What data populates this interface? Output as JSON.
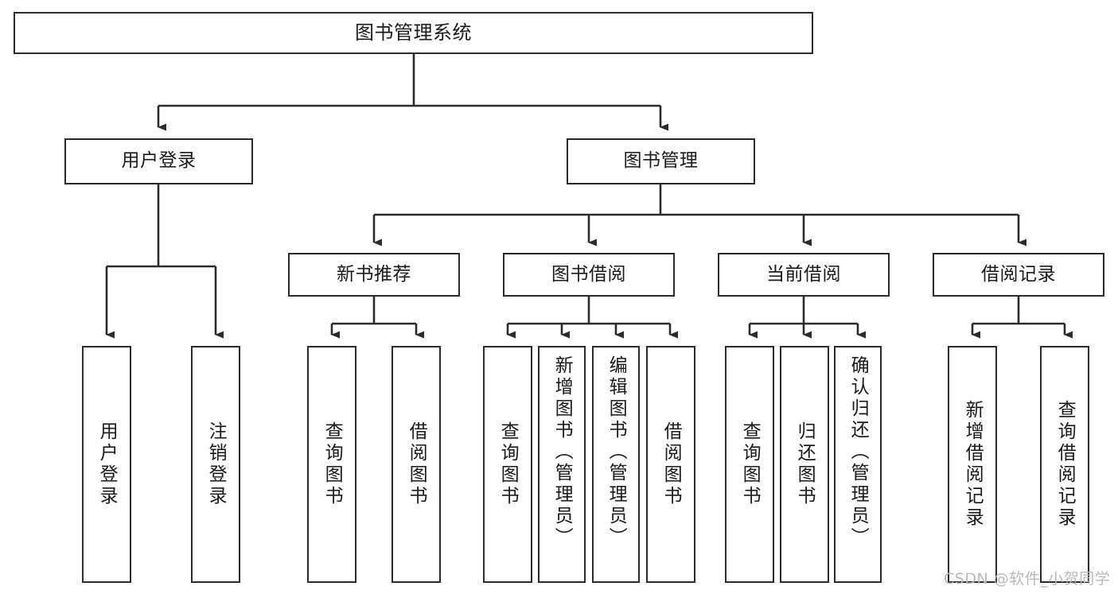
{
  "diagram": {
    "title": "图书管理系统",
    "type": "tree",
    "watermark": "CSDN @软件_小贺同学",
    "colors": {
      "stroke": "#2b2b2b",
      "box_fill": "#ffffff",
      "text": "#1a1a1a",
      "watermark": "#b9b9b9",
      "page_background": "#ffffff"
    },
    "levels": {
      "root": "图书管理系统",
      "level2": [
        "用户登录",
        "图书管理"
      ],
      "level3": [
        "新书推荐",
        "图书借阅",
        "当前借阅",
        "借阅记录"
      ]
    },
    "nodes": {
      "root": {
        "label": "图书管理系统"
      },
      "user_login": {
        "label": "用户登录"
      },
      "book_manage": {
        "label": "图书管理"
      },
      "new_book_rec": {
        "label": "新书推荐"
      },
      "book_borrow": {
        "label": "图书借阅"
      },
      "current_borrow": {
        "label": "当前借阅"
      },
      "borrow_record": {
        "label": "借阅记录"
      }
    },
    "leaves": {
      "user_login": [
        {
          "label": "用户登录"
        },
        {
          "label": "注销登录"
        }
      ],
      "new_book_rec": [
        {
          "label": "查询图书"
        },
        {
          "label": "借阅图书"
        }
      ],
      "book_borrow": [
        {
          "label": "查询图书"
        },
        {
          "label": "新增图书（管理员）"
        },
        {
          "label": "编辑图书（管理员）"
        },
        {
          "label": "借阅图书"
        }
      ],
      "current_borrow": [
        {
          "label": "查询图书"
        },
        {
          "label": "归还图书"
        },
        {
          "label": "确认归还（管理员）"
        }
      ],
      "borrow_record": [
        {
          "label": "新增借阅记录"
        },
        {
          "label": "查询借阅记录"
        }
      ]
    }
  }
}
